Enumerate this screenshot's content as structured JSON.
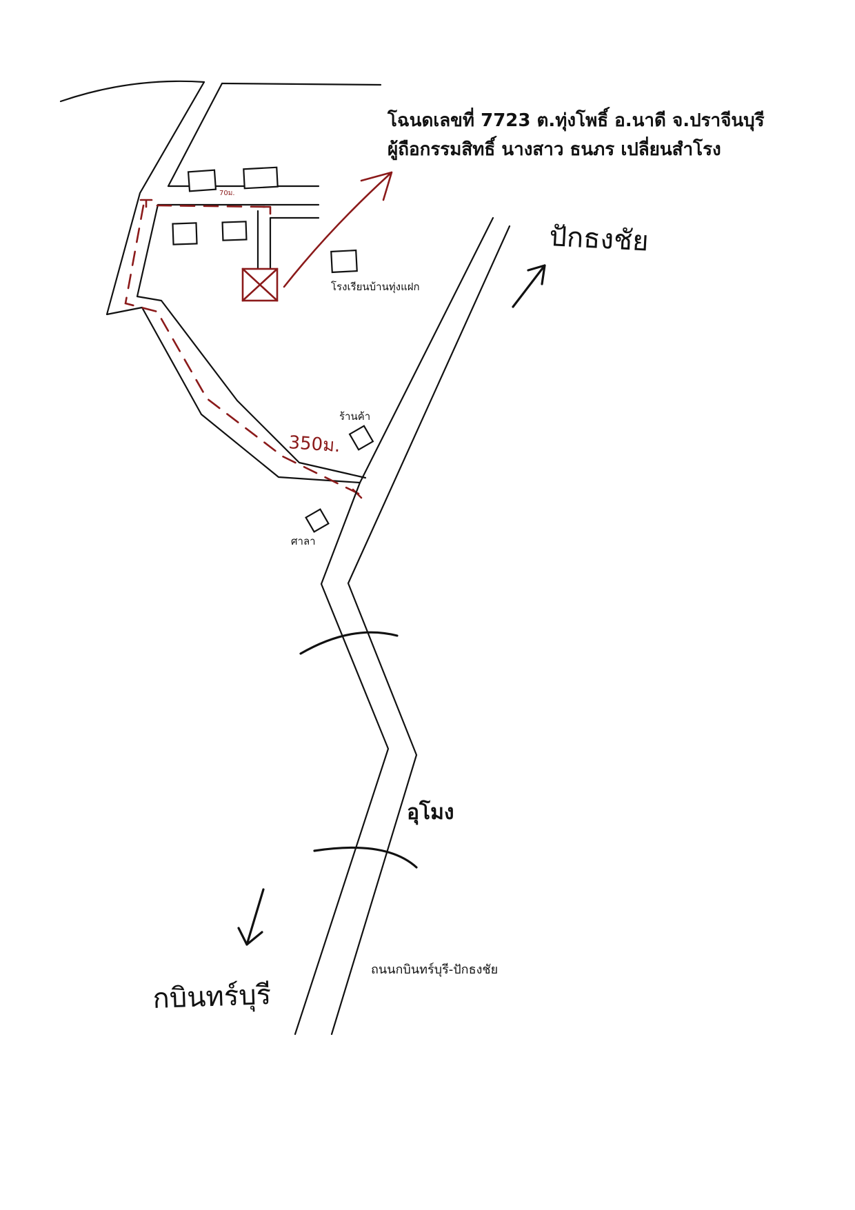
{
  "title": {
    "line1": "โฉนดเลขที่ 7723 ต.ทุ่งโพธิ์ อ.นาดี จ.ปราจีนบุรี",
    "line2": "ผู้ถือกรรมสิทธิ์ นางสาว ธนภร เปลี่ยนสำโรง"
  },
  "labels": {
    "school": "โรงเรียนบ้านทุ่งแฝก",
    "shop": "ร้านค้า",
    "sala": "ศาลา",
    "tunnel": "อุโมง",
    "road_name": "ถนนกบินทร์บุรี-ปักธงชัย",
    "north_dest": "ปักธงชัย",
    "south_dest": "กบินทร์บุรี",
    "distance_main": "350ม.",
    "distance_short": "70ม."
  },
  "colors": {
    "ink": "#111111",
    "route": "#8b1a1a",
    "background": "#ffffff"
  },
  "icons": {
    "plot": "crossed-box-plot-marker",
    "arrow": "direction-arrow"
  }
}
